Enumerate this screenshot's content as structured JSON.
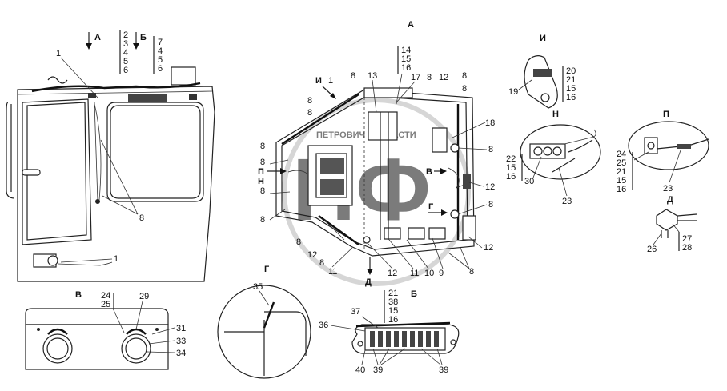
{
  "views": {
    "A": "А",
    "B": "Б",
    "V": "В",
    "G": "Г",
    "D": "Д",
    "I": "И",
    "N": "Н",
    "P": "П"
  },
  "watermark": "ПЕТРОВИЧ ЗАПЧАСТИ",
  "leftview": {
    "arrowA": "А",
    "arrowB": "Б",
    "stack1": [
      "2",
      "3",
      "4",
      "5",
      "6"
    ],
    "stack2": [
      "7",
      "4",
      "5",
      "6"
    ],
    "c1": "1",
    "c8": "8",
    "c1b": "1"
  },
  "mainview": {
    "title": "А",
    "stack": [
      "14",
      "15",
      "16"
    ],
    "nums": {
      "n1": "1",
      "n8a": "8",
      "n13": "13",
      "n17": "17",
      "n8b": "8",
      "n12a": "12",
      "n8c": "8",
      "n8d": "8",
      "n18": "18",
      "n8e": "8",
      "n12b": "12",
      "n8f": "8",
      "n12c": "12",
      "n8g": "8",
      "n9": "9",
      "n10": "10",
      "n11a": "11",
      "n12d": "12",
      "n11b": "11",
      "n12e": "12",
      "n8h": "8",
      "n8i": "8",
      "n8j": "8",
      "n8k": "8",
      "n8l": "8",
      "n8m": "8",
      "n8n": "8",
      "n8o": "8"
    },
    "arrows": {
      "I": "И",
      "P": "П",
      "N": "Н",
      "V": "В",
      "G": "Г",
      "D": "Д"
    }
  },
  "viewI": {
    "title": "И",
    "stack": [
      "20",
      "21",
      "15",
      "16"
    ],
    "n19": "19"
  },
  "viewN": {
    "title": "Н",
    "stack": [
      "22",
      "15",
      "16"
    ],
    "n30": "30",
    "n23": "23"
  },
  "viewP": {
    "title": "П",
    "stack": [
      "24",
      "25",
      "21",
      "15",
      "16"
    ],
    "n23": "23"
  },
  "viewD": {
    "title": "Д",
    "stack": [
      "27",
      "28"
    ],
    "n26": "26"
  },
  "viewV": {
    "title": "В",
    "stack": [
      "24",
      "25"
    ],
    "n29": "29",
    "n31": "31",
    "n33": "33",
    "n34": "34"
  },
  "viewG": {
    "title": "Г",
    "n35": "35"
  },
  "viewB": {
    "title": "Б",
    "stack": [
      "21",
      "38",
      "15",
      "16"
    ],
    "n37": "37",
    "n36": "36",
    "n40": "40",
    "n39a": "39",
    "n39b": "39"
  }
}
